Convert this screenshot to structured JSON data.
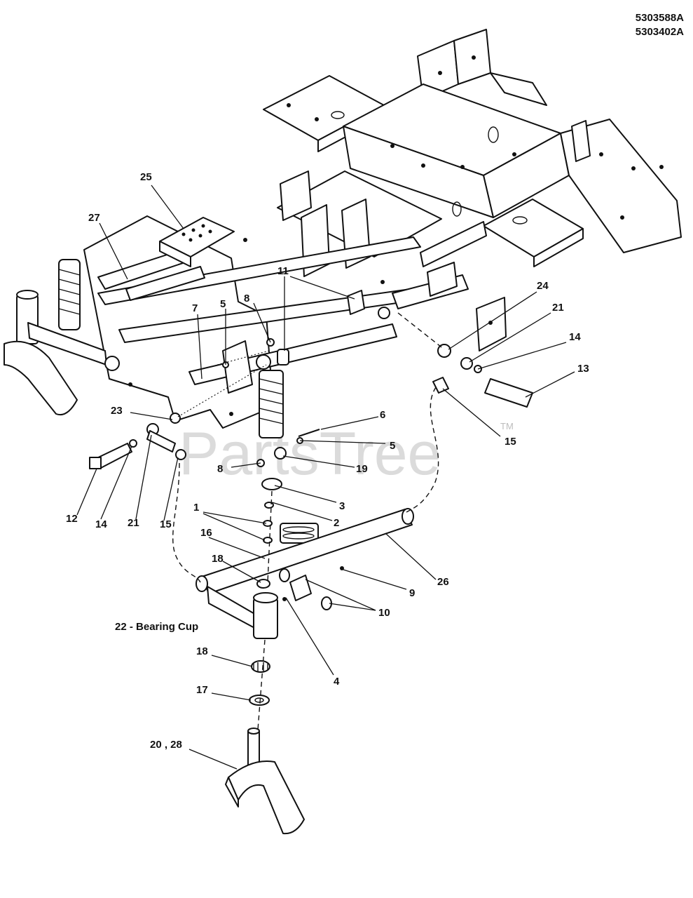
{
  "document_codes": [
    "5303588A",
    "5303402A"
  ],
  "watermark": {
    "text": "PartsTree",
    "mark": "TM"
  },
  "bearing_cup_label": "22 - Bearing Cup",
  "callouts": [
    "25",
    "27",
    "7",
    "5",
    "8",
    "11",
    "24",
    "21",
    "14",
    "13",
    "23",
    "6",
    "5",
    "15",
    "8",
    "19",
    "3",
    "2",
    "1",
    "16",
    "18",
    "12",
    "14",
    "21",
    "15",
    "9",
    "26",
    "10",
    "4",
    "18",
    "17",
    "20 , 28"
  ]
}
